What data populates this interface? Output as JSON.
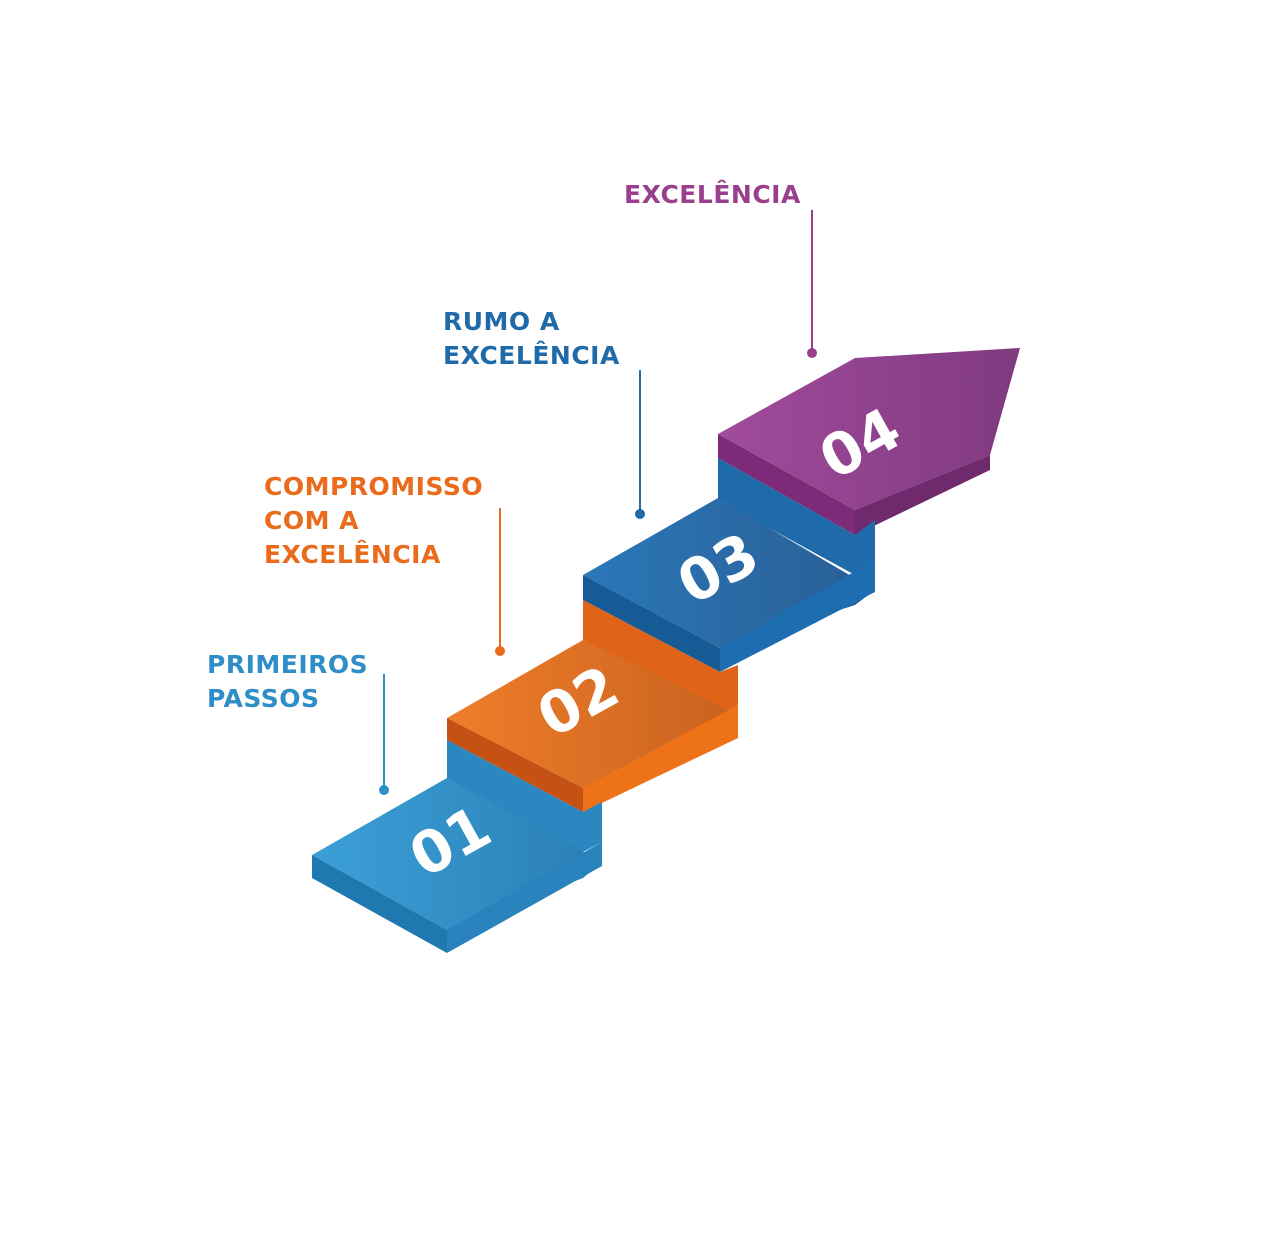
{
  "colors": {
    "step1": "#2e8ec8",
    "step2": "#ea6b1b",
    "step3": "#1f6aa8",
    "step4": "#9a3f8e"
  },
  "steps": [
    {
      "number": "01",
      "label_lines": [
        "PRIMEIROS",
        "PASSOS"
      ]
    },
    {
      "number": "02",
      "label_lines": [
        "COMPROMISSO",
        "COM A",
        "EXCELÊNCIA"
      ]
    },
    {
      "number": "03",
      "label_lines": [
        "RUMO A",
        "EXCELÊNCIA"
      ]
    },
    {
      "number": "04",
      "label_lines": [
        "EXCELÊNCIA"
      ]
    }
  ]
}
